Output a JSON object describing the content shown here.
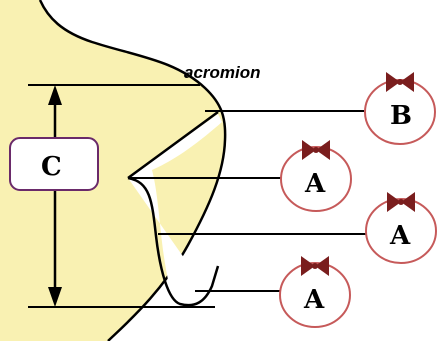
{
  "labels": {
    "acromion": "acromion",
    "c_box": "C",
    "b_circle": "B",
    "a_circle_1": "A",
    "a_circle_2": "A",
    "a_circle_3": "A"
  },
  "colors": {
    "body_fill": "#f9f1b2",
    "outline": "#000000",
    "circle_stroke": "#c65a5a",
    "bow": "#7a1e1e",
    "c_box_stroke": "#6a2a6a"
  }
}
